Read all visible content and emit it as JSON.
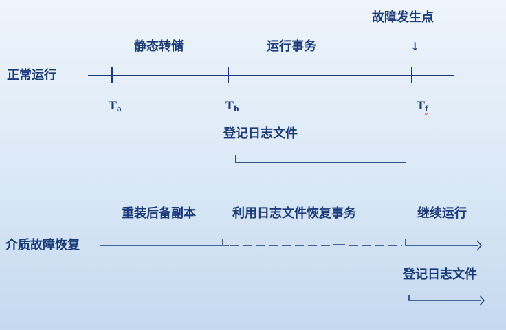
{
  "normal": {
    "row_label": "正常运行",
    "failure_point": "故障发生点",
    "failure_arrow": "↓",
    "segment_1": "静态转储",
    "segment_2": "运行事务",
    "ticks": [
      {
        "letter": "T",
        "sub": "a"
      },
      {
        "letter": "T",
        "sub": "b"
      },
      {
        "letter": "T",
        "sub": "f"
      }
    ],
    "log_label": "登记日志文件"
  },
  "recovery": {
    "row_label": "介质故障恢复",
    "segment_1": "重装后备副本",
    "segment_2": "利用日志文件恢复事务",
    "segment_3": "继续运行",
    "log_label": "登记日志文件"
  }
}
